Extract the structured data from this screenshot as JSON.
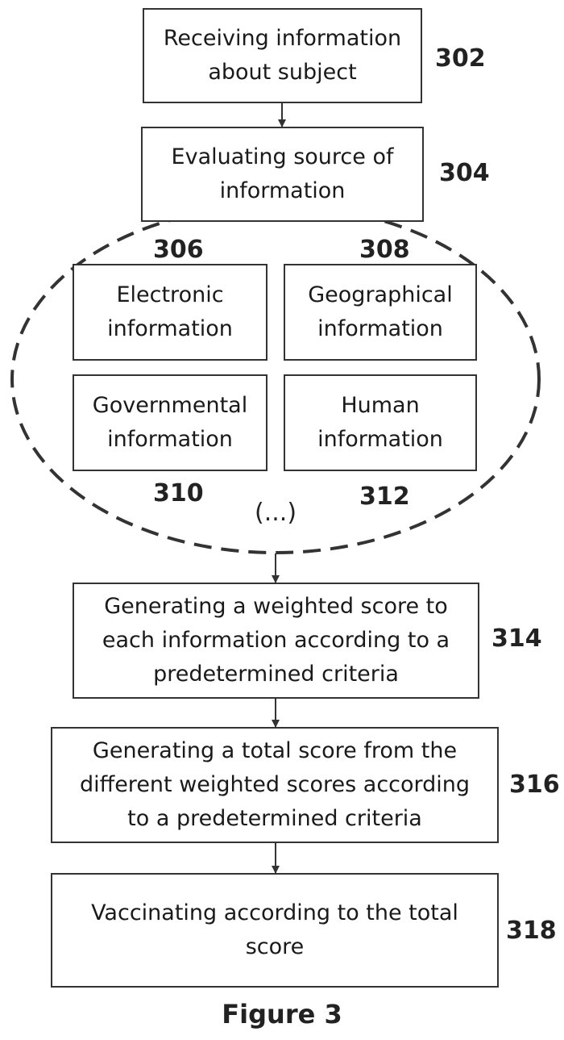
{
  "steps": {
    "s302": {
      "lines": [
        "Receiving information",
        "about subject"
      ],
      "ref": "302"
    },
    "s304": {
      "lines": [
        "Evaluating source of",
        "information"
      ],
      "ref": "304"
    },
    "s314": {
      "lines": [
        "Generating a weighted score to",
        "each information according to a",
        "predetermined criteria"
      ],
      "ref": "314"
    },
    "s316": {
      "lines": [
        "Generating a total score from the",
        "different weighted scores according",
        "to a predetermined criteria"
      ],
      "ref": "316"
    },
    "s318": {
      "lines": [
        "Vaccinating according to the total",
        "score"
      ],
      "ref": "318"
    }
  },
  "sources": {
    "electronic": {
      "lines": [
        "Electronic",
        "information"
      ],
      "ref": "306"
    },
    "geographical": {
      "lines": [
        "Geographical",
        "information"
      ],
      "ref": "308"
    },
    "governmental": {
      "lines": [
        "Governmental",
        "information"
      ],
      "ref": "310"
    },
    "human": {
      "lines": [
        "Human",
        "information"
      ],
      "ref": "312"
    },
    "more": "(...)"
  },
  "caption": "Figure 3",
  "colors": {
    "stroke": "#333333",
    "text": "#1a1a1a"
  }
}
